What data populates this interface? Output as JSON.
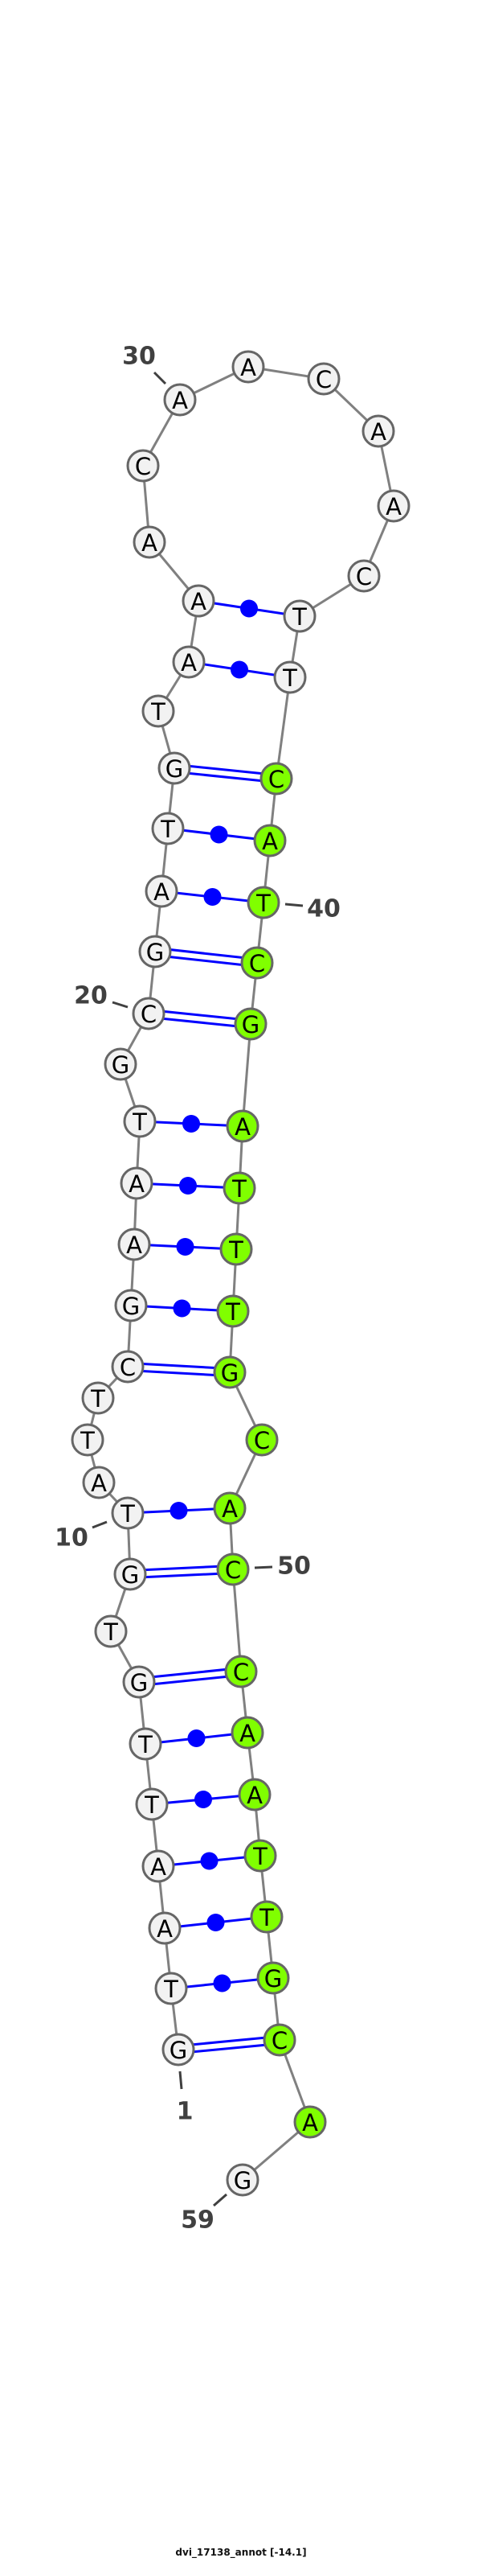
{
  "title": "dvi_17138_annot [-14.1]",
  "colors": {
    "default_fill": "#f2f2f2",
    "highlight_fill": "#80ff00",
    "pair": "#0000ff",
    "backbone": "#808080"
  },
  "sequence": [
    "G",
    "T",
    "A",
    "A",
    "T",
    "T",
    "G",
    "T",
    "G",
    "T",
    "A",
    "T",
    "T",
    "C",
    "G",
    "A",
    "A",
    "T",
    "G",
    "C",
    "G",
    "A",
    "T",
    "G",
    "T",
    "A",
    "A",
    "A",
    "C",
    "A",
    "A",
    "C",
    "A",
    "A",
    "C",
    "T",
    "T",
    "C",
    "A",
    "T",
    "C",
    "G",
    "A",
    "T",
    "T",
    "T",
    "G",
    "C",
    "A",
    "C",
    "C",
    "A",
    "A",
    "T",
    "T",
    "G",
    "C",
    "A",
    "G"
  ],
  "highlighted_range": [
    38,
    58
  ],
  "pairs": [
    [
      1,
      57
    ],
    [
      2,
      56
    ],
    [
      3,
      55
    ],
    [
      4,
      54
    ],
    [
      5,
      53
    ],
    [
      6,
      52
    ],
    [
      7,
      51
    ],
    [
      9,
      50
    ],
    [
      10,
      49
    ],
    [
      14,
      47
    ],
    [
      15,
      46
    ],
    [
      16,
      45
    ],
    [
      17,
      44
    ],
    [
      18,
      43
    ],
    [
      20,
      42
    ],
    [
      21,
      41
    ],
    [
      22,
      40
    ],
    [
      23,
      39
    ],
    [
      24,
      38
    ],
    [
      26,
      37
    ],
    [
      27,
      36
    ]
  ],
  "position_labels": [
    "1",
    "10",
    "20",
    "30",
    "40",
    "50",
    "59"
  ]
}
